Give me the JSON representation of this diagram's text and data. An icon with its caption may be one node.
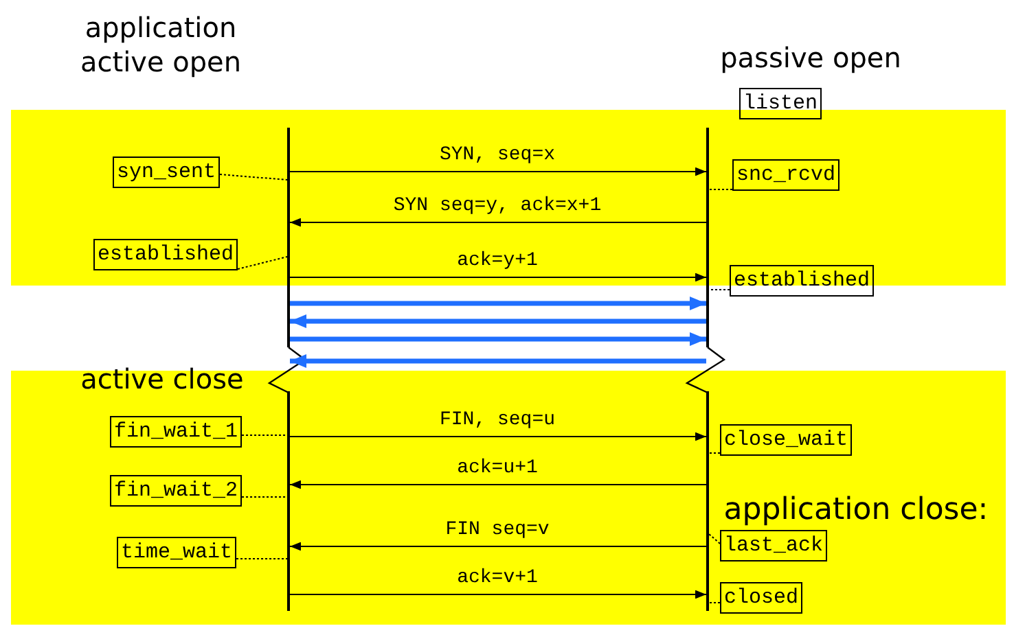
{
  "diagram": {
    "nodes": [
      {
        "text": [],
        "shape": "bar"
      },
      {
        "text": [],
        "shape": "bar"
      },
      {
        "text": [
          "listen"
        ]
      },
      {
        "text": [
          "syn_sent"
        ]
      },
      {
        "text": [
          "snc_rcvd"
        ]
      },
      {
        "text": [
          "established"
        ]
      },
      {
        "text": [
          "established"
        ]
      },
      {
        "text": [
          "fin_wait_1"
        ]
      },
      {
        "text": [
          "close_wait"
        ]
      },
      {
        "text": [
          "fin_wait_2"
        ]
      },
      {
        "text": [
          "last_ack"
        ]
      },
      {
        "text": [
          "time_wait"
        ]
      },
      {
        "text": [
          "closed"
        ]
      }
    ],
    "edges": [
      {
        "from": 0,
        "to": 1,
        "arrow": "to",
        "label": "SYN, seq=x"
      },
      {
        "from": 1,
        "to": 0,
        "arrow": "to",
        "label": "SYN seq=y, ack=x+1"
      },
      {
        "from": 0,
        "to": 1,
        "arrow": "to",
        "label": "ack=y+1"
      },
      {
        "from": 0,
        "to": 1,
        "arrow": "to",
        "style": "thick",
        "color": "#1f6fff"
      },
      {
        "from": 1,
        "to": 0,
        "arrow": "to",
        "style": "thick",
        "color": "#1f6fff"
      },
      {
        "from": 0,
        "to": 1,
        "arrow": "to",
        "style": "thick",
        "color": "#1f6fff"
      },
      {
        "from": 1,
        "to": 0,
        "arrow": "to",
        "style": "thick",
        "color": "#1f6fff"
      },
      {
        "from": 0,
        "to": 1,
        "arrow": "to",
        "label": "FIN, seq=u"
      },
      {
        "from": 1,
        "to": 0,
        "arrow": "to",
        "label": "ack=u+1"
      },
      {
        "from": 1,
        "to": 0,
        "arrow": "to",
        "label": "FIN seq=v"
      },
      {
        "from": 0,
        "to": 1,
        "arrow": "to",
        "label": "ack=v+1"
      },
      {
        "from": 3,
        "to": 0,
        "arrow": "none",
        "style": "dashed"
      },
      {
        "from": 4,
        "to": 1,
        "arrow": "none",
        "style": "dashed"
      },
      {
        "from": 5,
        "to": 0,
        "arrow": "none",
        "style": "dashed"
      },
      {
        "from": 6,
        "to": 1,
        "arrow": "none",
        "style": "dashed"
      },
      {
        "from": 7,
        "to": 0,
        "arrow": "none",
        "style": "dashed"
      },
      {
        "from": 8,
        "to": 1,
        "arrow": "none",
        "style": "dashed"
      },
      {
        "from": 9,
        "to": 0,
        "arrow": "none",
        "style": "dashed"
      },
      {
        "from": 10,
        "to": 1,
        "arrow": "none",
        "style": "dashed"
      },
      {
        "from": 11,
        "to": 0,
        "arrow": "none",
        "style": "dashed"
      },
      {
        "from": 12,
        "to": 1,
        "arrow": "none",
        "style": "dashed"
      }
    ],
    "labels": [
      "application active open",
      "passive open",
      "active close",
      "application close:"
    ]
  }
}
